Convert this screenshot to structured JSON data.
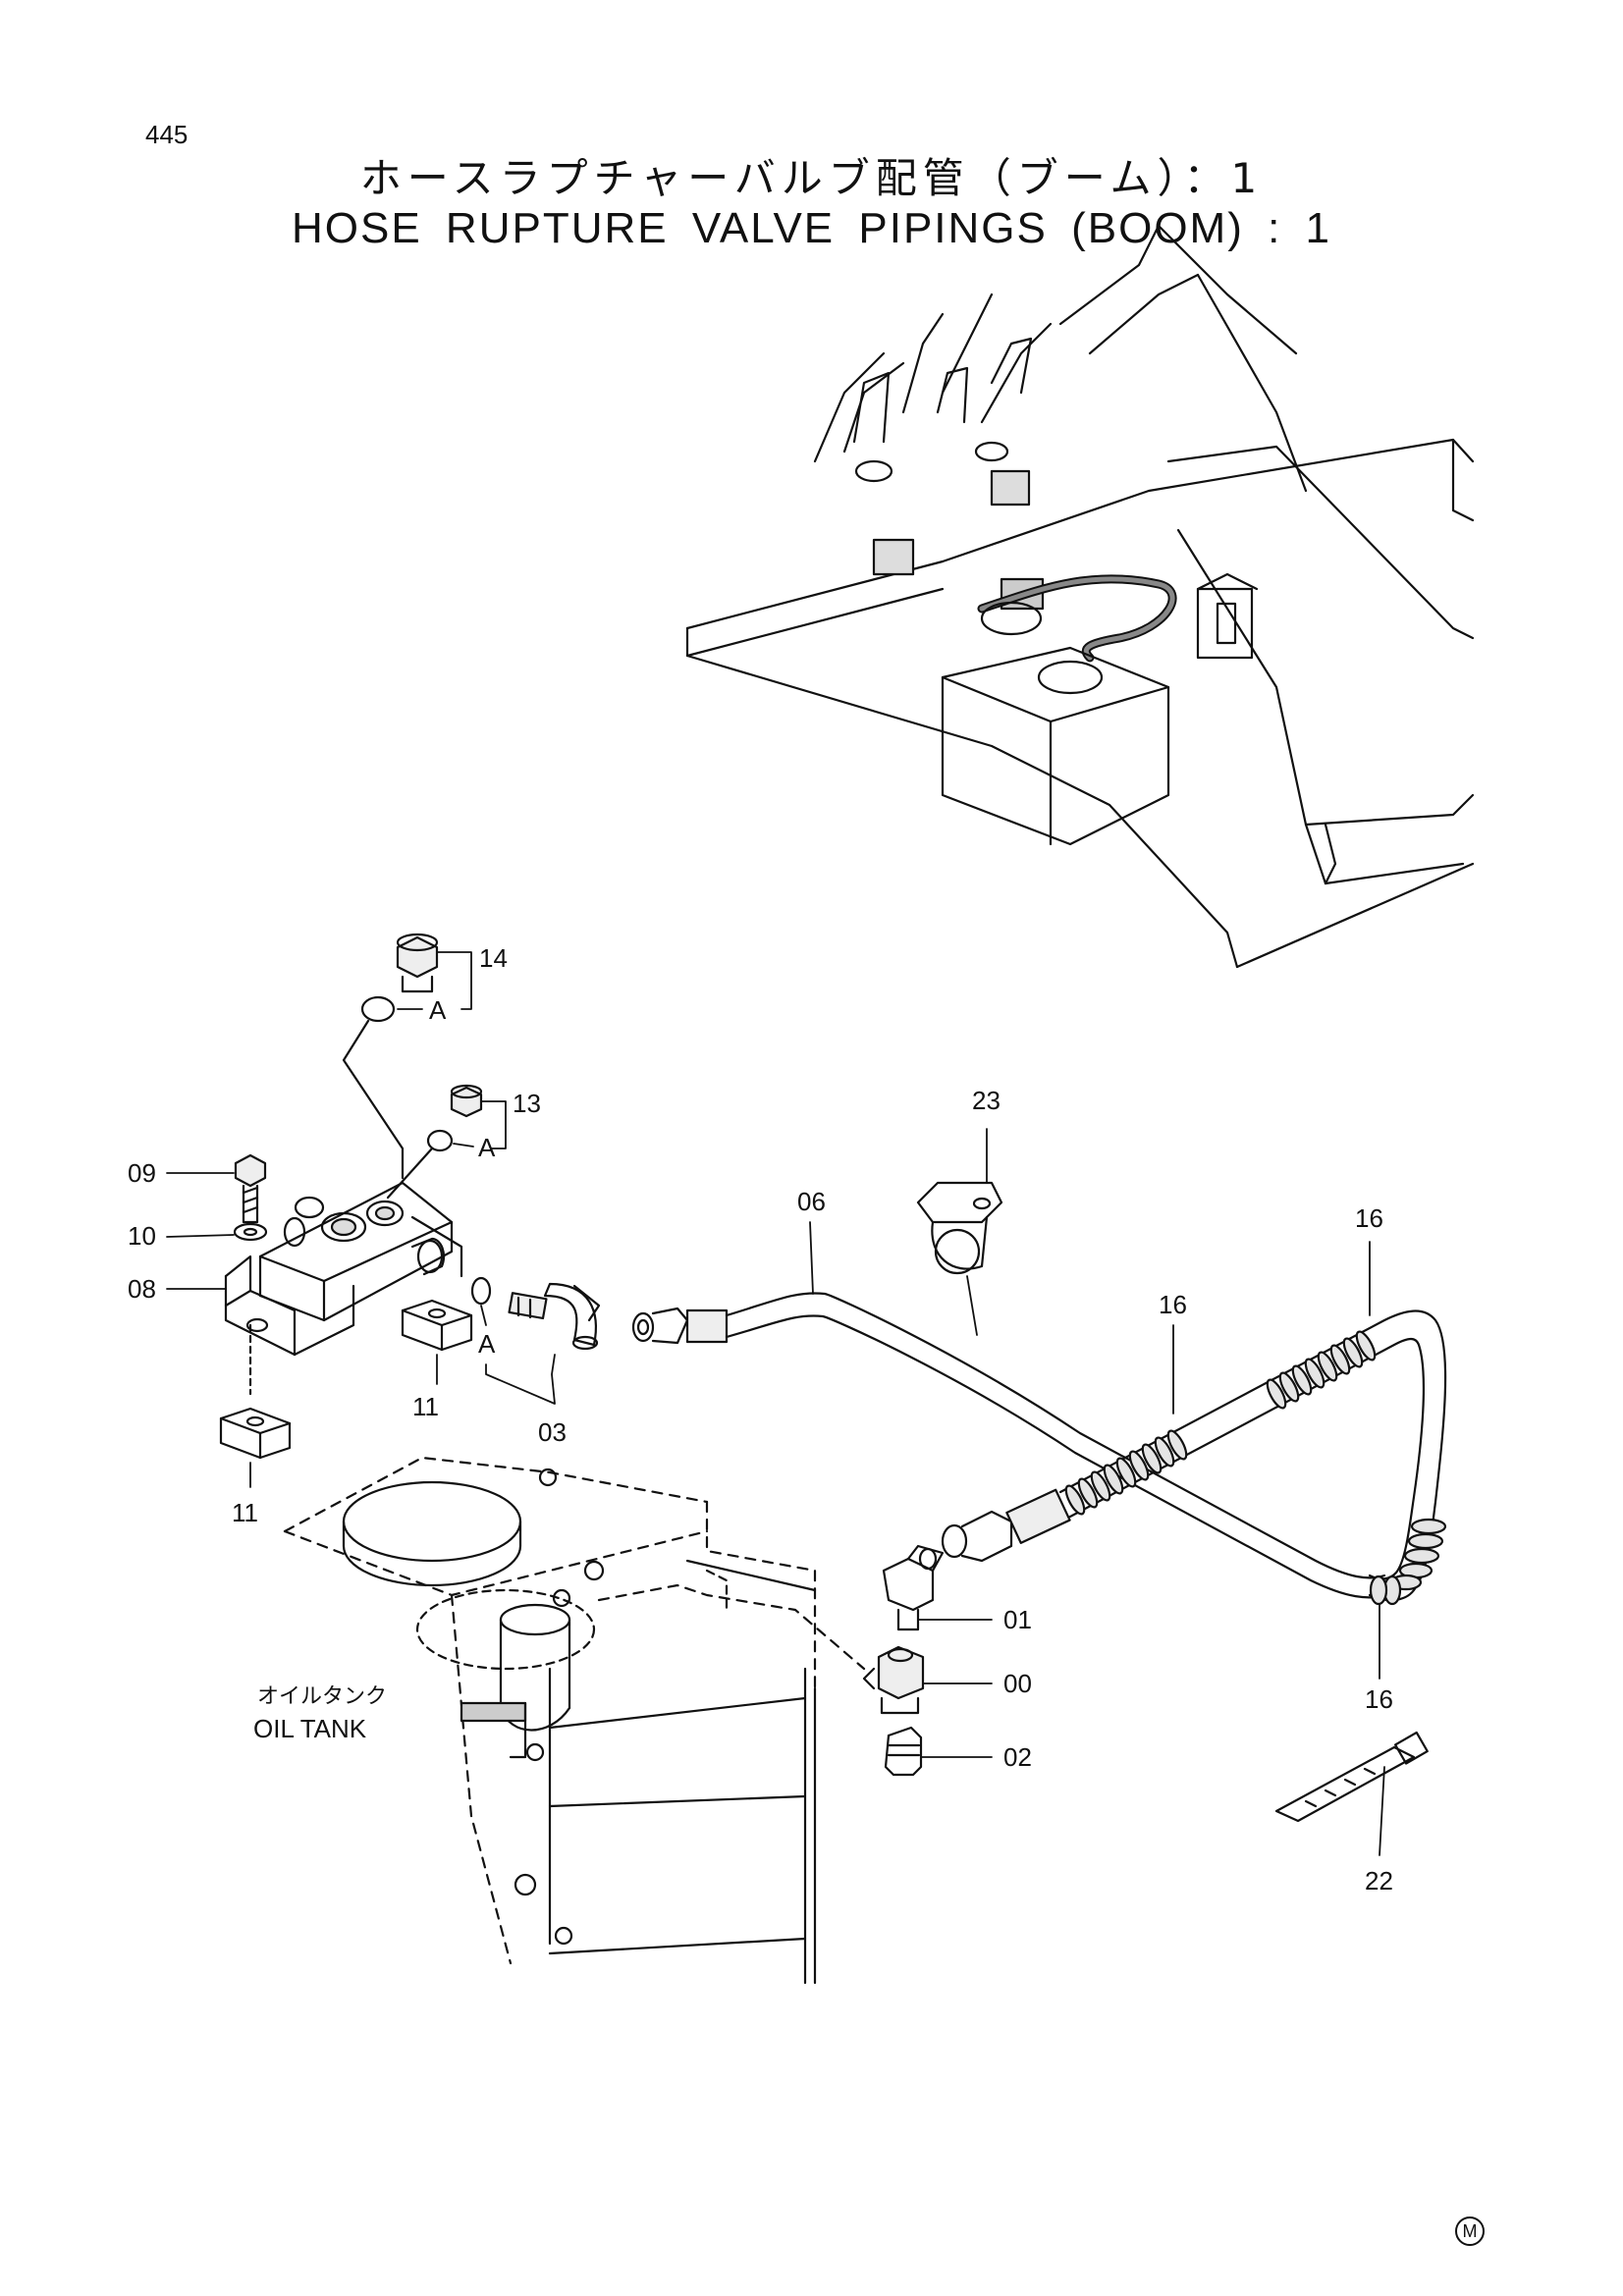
{
  "page": {
    "number": "445",
    "title_jp": "ホースラプチャーバルブ配管（ブーム）：1",
    "title_en": "HOSE RUPTURE VALVE PIPINGS (BOOM) : 1",
    "manufacturer_mark": "M"
  },
  "callouts": {
    "c14": "14",
    "c13": "13",
    "a_top": "A",
    "a_mid": "A",
    "a_low": "A",
    "c09": "09",
    "c10": "10",
    "c08": "08",
    "c11a": "11",
    "c11b": "11",
    "c03": "03",
    "c06": "06",
    "c23": "23",
    "c16a": "16",
    "c16b": "16",
    "c16c": "16",
    "c01": "01",
    "c00": "00",
    "c02": "02",
    "c22": "22"
  },
  "labels": {
    "oil_tank_jp": "オイルタンク",
    "oil_tank_en": "OIL TANK"
  }
}
